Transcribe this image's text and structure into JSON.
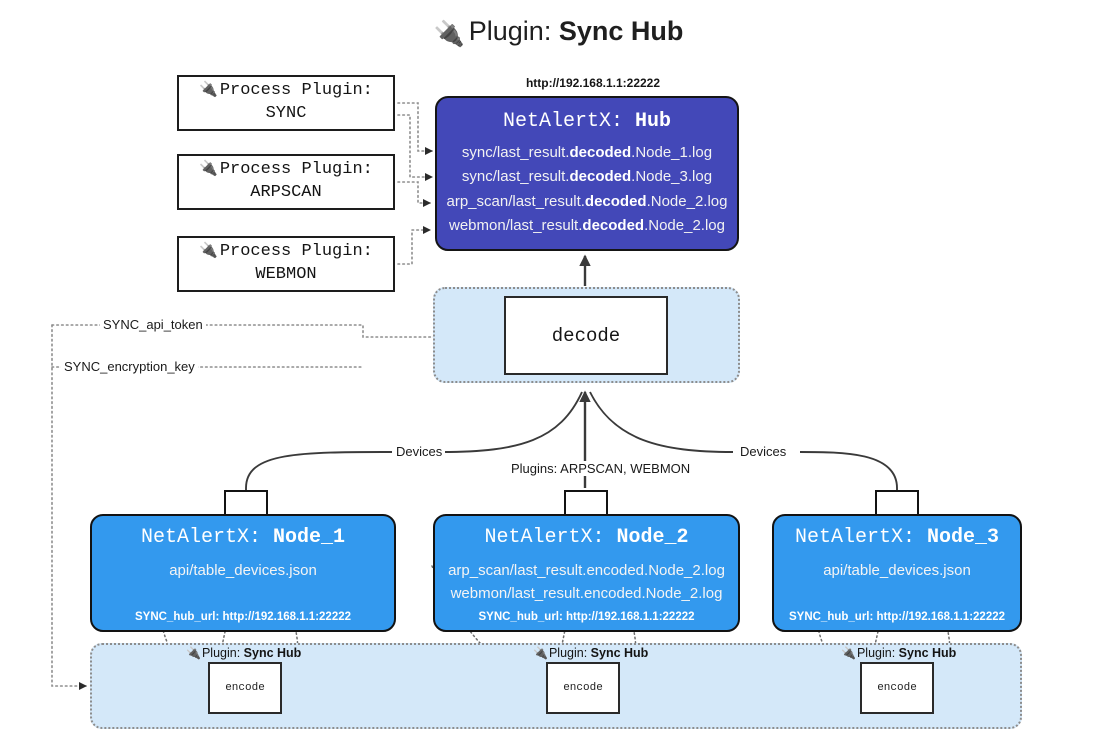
{
  "title": {
    "icon": "plug-icon",
    "prefix": "Plugin:",
    "name": "Sync Hub"
  },
  "process_plugins": [
    {
      "icon": "plug-icon",
      "heading": "Process Plugin:",
      "name": "SYNC"
    },
    {
      "icon": "plug-icon",
      "heading": "Process Plugin:",
      "name": "ARPSCAN"
    },
    {
      "icon": "plug-icon",
      "heading": "Process Plugin:",
      "name": "WEBMON"
    }
  ],
  "hub": {
    "url": "http://192.168.1.1:22222",
    "title_prefix": "NetAlertX:",
    "title_name": "Hub",
    "logs": [
      {
        "pre": "sync/last_result.",
        "bold": "decoded",
        "post": ".Node_1.log"
      },
      {
        "pre": "sync/last_result.",
        "bold": "decoded",
        "post": ".Node_3.log"
      },
      {
        "pre": "arp_scan/last_result.",
        "bold": "decoded",
        "post": ".Node_2.log"
      },
      {
        "pre": "webmon/last_result.",
        "bold": "decoded",
        "post": ".Node_2.log"
      }
    ]
  },
  "decode": {
    "label": "decode"
  },
  "edge_labels": {
    "api_token": "SYNC_api_token",
    "encryption_key": "SYNC_encryption_key",
    "devices_left": "Devices",
    "devices_right": "Devices",
    "plugins_mid": "Plugins: ARPSCAN, WEBMON"
  },
  "nodes": [
    {
      "title_prefix": "NetAlertX:",
      "title_name": "Node_1",
      "lines": [
        "api/table_devices.json"
      ],
      "hub_url_label": "SYNC_hub_url: http://192.168.1.1:22222",
      "envelope": "envelope-icon"
    },
    {
      "title_prefix": "NetAlertX:",
      "title_name": "Node_2",
      "lines": [
        "arp_scan/last_result.encoded.Node_2.log",
        "webmon/last_result.encoded.Node_2.log"
      ],
      "hub_url_label": "SYNC_hub_url: http://192.168.1.1:22222",
      "envelope": "envelope-icon"
    },
    {
      "title_prefix": "NetAlertX:",
      "title_name": "Node_3",
      "lines": [
        "api/table_devices.json"
      ],
      "hub_url_label": "SYNC_hub_url: http://192.168.1.1:22222",
      "envelope": "envelope-icon"
    }
  ],
  "encode_group": {
    "plugin_label_prefix": "Plugin:",
    "plugin_label_name": "Sync Hub",
    "box_label": "encode"
  },
  "colors": {
    "hub_fill": "#4348b8",
    "node_fill": "#3399ee",
    "group_fill": "#d4e8f9",
    "stroke": "#151515",
    "dotted_stroke": "#8d8d8d",
    "page_bg": "#ffffff"
  }
}
